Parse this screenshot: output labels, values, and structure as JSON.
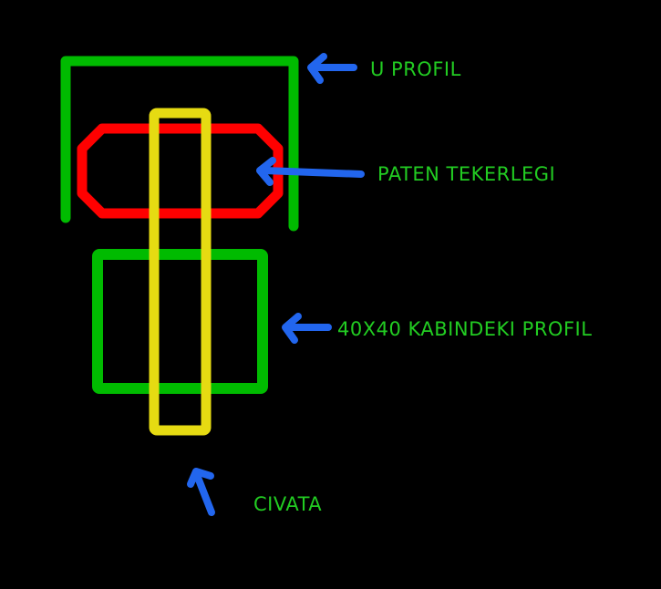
{
  "diagram": {
    "labels": {
      "u_profile": "U PROFIL",
      "caster_wheel": "PATEN TEKERLEGI",
      "cabin_profile": "40X40 KABINDEKI PROFIL",
      "bolt": "CIVATA"
    },
    "colors": {
      "background": "#000000",
      "u_profile": "#00BB00",
      "caster_wheel": "#FF0000",
      "cabin_profile": "#00BB00",
      "bolt": "#E6DB12",
      "arrow": "#2266EE",
      "label_text": "#22CC22"
    },
    "icons": {
      "arrow": "arrow-icon"
    }
  }
}
